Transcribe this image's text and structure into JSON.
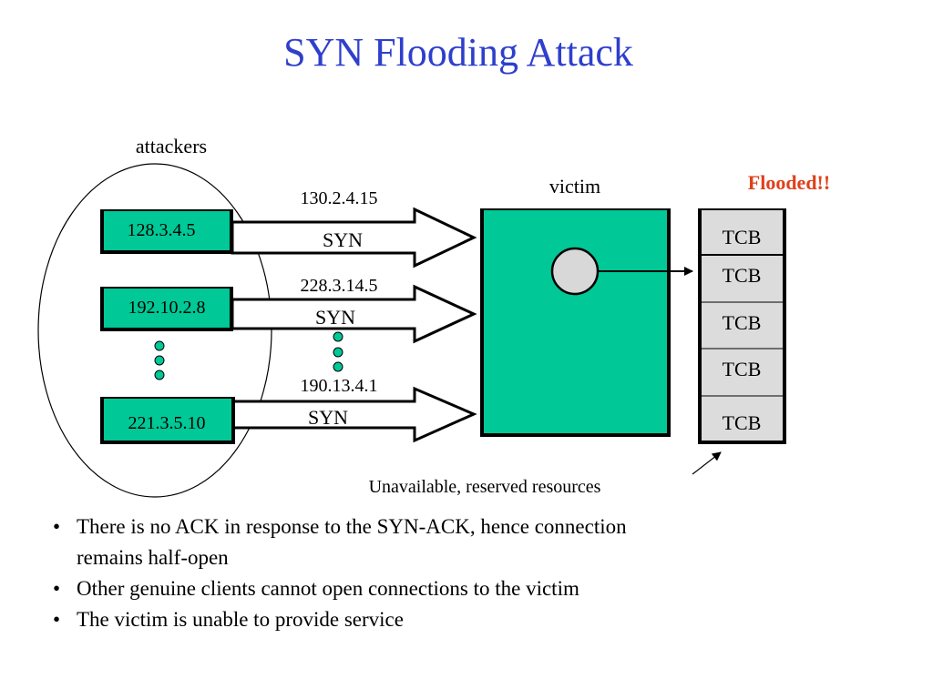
{
  "title": "SYN Flooding Attack",
  "colors": {
    "title": "#2e3fcc",
    "host_fill": "#00c896",
    "victim_fill": "#00c896",
    "flooded": "#e0401c",
    "tcb_fill": "#dcdcdc",
    "circle_fill": "#d8d8d8"
  },
  "diagram": {
    "attackers_label": "attackers",
    "victim_label": "victim",
    "flooded_label": "Flooded!!",
    "caption": "Unavailable, reserved resources",
    "attackers": [
      {
        "address": "128.3.4.5"
      },
      {
        "address": "192.10.2.8"
      },
      {
        "address": "221.3.5.10"
      }
    ],
    "arrows": [
      {
        "spoofed_ip": "130.2.4.15",
        "label": "SYN"
      },
      {
        "spoofed_ip": "228.3.14.5",
        "label": "SYN"
      },
      {
        "spoofed_ip": "190.13.4.1",
        "label": "SYN"
      }
    ],
    "tcb_entries": [
      "TCB",
      "TCB",
      "TCB",
      "TCB",
      "TCB"
    ]
  },
  "bullets": [
    {
      "line1": "There is no ACK in response to the SYN-ACK, hence connection",
      "line2": "remains half-open"
    },
    {
      "line1": "Other genuine clients cannot open connections to the victim",
      "line2": ""
    },
    {
      "line1": "The victim is unable to provide service",
      "line2": ""
    }
  ]
}
